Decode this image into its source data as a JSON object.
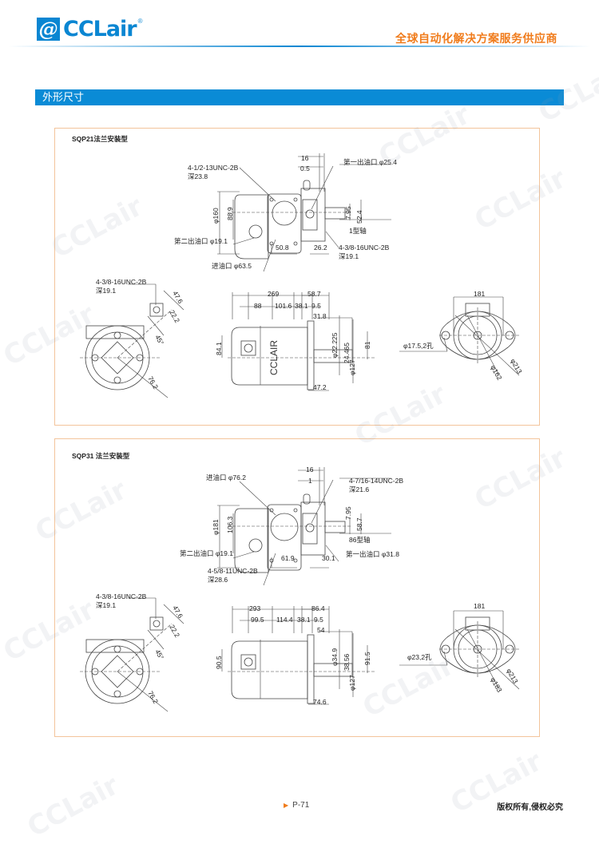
{
  "header": {
    "logo_text": "CCLair",
    "logo_mark": "@",
    "logo_reg": "®",
    "slogan": "全球自动化解决方案服务供应商"
  },
  "section_title": "外形尺寸",
  "watermark": "CCLair",
  "panels": [
    {
      "title": "SQP21法兰安装型",
      "front": {
        "d16": "16",
        "d05": "0.5",
        "outlet1": "第一出油口 φ25.4",
        "bolt_in": "4-1/2-13UNC-2B",
        "bolt_in_depth": "深23.8",
        "d160": "φ160",
        "d889": "88.9",
        "d795": "7.95",
        "d524": "52.4",
        "shaft": "1型轴",
        "outlet2": "第二出油口 φ19.1",
        "d508": "50.8",
        "d262": "26.2",
        "bolt_out": "4-3/8-16UNC-2B",
        "bolt_out_depth": "深19.1",
        "inlet": "进油口 φ63.5"
      },
      "left": {
        "bolt": "4-3/8-16UNC-2B",
        "depth": "深19.1",
        "a": "47.6",
        "b": "22.2",
        "angle": "45°",
        "c": "76.2"
      },
      "side": {
        "total": "269",
        "d587": "58.7",
        "d88": "88",
        "d1016": "101.6",
        "d381": "38.1",
        "d95": "9.5",
        "d318": "31.8",
        "d841": "84.1",
        "shaft_dia": "φ22.225",
        "key": "24.465",
        "d81": "81",
        "pilot": "φ127",
        "d472": "47.2",
        "body_label": "CCLAIR"
      },
      "flange": {
        "width": "181",
        "holes": "φ17.5,2孔",
        "inner": "φ162",
        "outer": "φ213"
      }
    },
    {
      "title": "SQP31 法兰安装型",
      "front": {
        "d16": "16",
        "d1": "1",
        "inlet": "进油口 φ76.2",
        "bolt_out": "4-7/16-14UNC-2B",
        "bolt_out_depth": "深21.6",
        "d181": "φ181",
        "d1063": "106.3",
        "d795": "7.95",
        "d587": "58.7",
        "shaft": "86型轴",
        "outlet2": "第二出油口 φ19.1",
        "d619": "61.9",
        "d301": "30.1",
        "outlet1": "第一出油口 φ31.8",
        "bolt_in": "4-5/8-11UNC-2B",
        "bolt_in_depth": "深28.6"
      },
      "left": {
        "bolt": "4-3/8-16UNC-2B",
        "depth": "深19.1",
        "a": "47.6",
        "b": "22.2",
        "angle": "45°",
        "c": "76.2"
      },
      "side": {
        "total": "293",
        "d864": "86.4",
        "d995": "99.5",
        "d1144": "114.4",
        "d381": "38.1",
        "d95": "9.5",
        "d54": "54",
        "d905": "90.5",
        "shaft_dia": "φ34.9",
        "key": "38.56",
        "d915": "91.5",
        "pilot": "φ127",
        "d746": "74.6"
      },
      "flange": {
        "width": "181",
        "holes": "φ23,2孔",
        "inner": "φ183",
        "outer": "φ213"
      }
    }
  ],
  "footer": {
    "page": "P-71",
    "copyright": "版权所有,侵权必究"
  },
  "colors": {
    "brand": "#0a86d2",
    "accent": "#f07c1c",
    "panel_border": "#f3c49b"
  }
}
